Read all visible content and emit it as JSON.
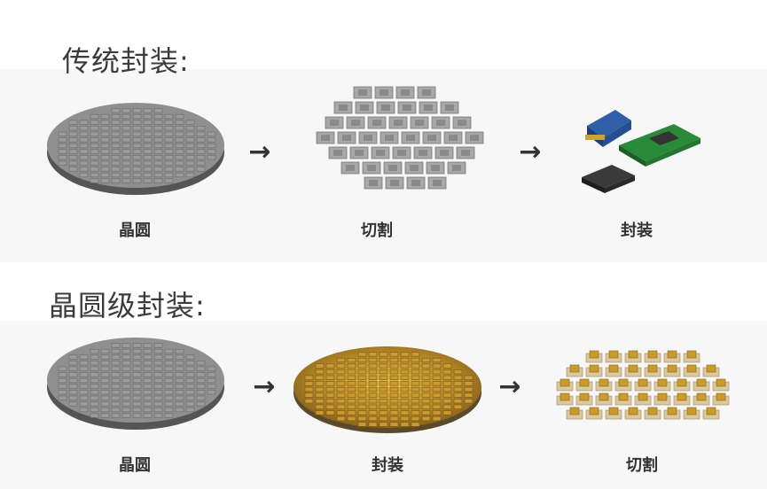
{
  "sections": [
    {
      "title": "传统封装:",
      "steps": [
        "晶圆",
        "切割",
        "封装"
      ]
    },
    {
      "title": "晶圆级封装:",
      "steps": [
        "晶圆",
        "封装",
        "切割"
      ]
    }
  ],
  "arrow_glyph": "→"
}
